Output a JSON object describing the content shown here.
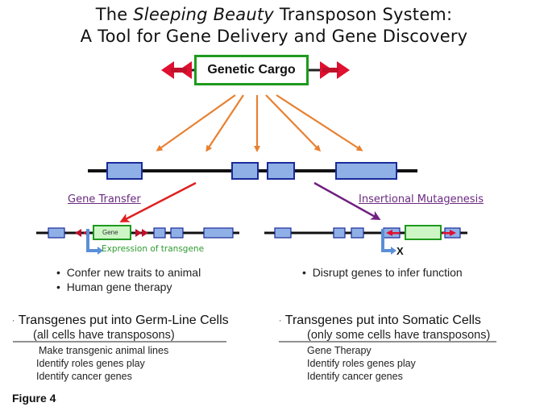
{
  "title": {
    "line1_pre": "The ",
    "line1_italic": "Sleeping Beauty",
    "line1_post": " Transposon System:",
    "line2": "A Tool for Gene Delivery and Gene Discovery"
  },
  "cargo": {
    "label": "Genetic Cargo"
  },
  "branches": {
    "left_label": "Gene Transfer",
    "right_label": "Insertional Mutagenesis",
    "gene_box_label": "Gene",
    "expression_label": "Expression of transgene",
    "disruption_mark": "X"
  },
  "bullets": {
    "left": [
      "Confer new traits to animal",
      "Human gene therapy"
    ],
    "right": [
      "Disrupt genes to infer function"
    ]
  },
  "germline": {
    "heading": "Transgenes put into Germ-Line Cells",
    "subheading": "(all cells have transposons)",
    "items": [
      "Make transgenic animal lines",
      "Identify roles genes play",
      "Identify cancer genes"
    ]
  },
  "somatic": {
    "heading": "Transgenes put into Somatic Cells",
    "subheading": "(only some cells have transposons)",
    "items": [
      "Gene Therapy",
      "Identify roles genes play",
      "Identify cancer genes"
    ]
  },
  "figure_label": "Figure 4",
  "colors": {
    "exon_fill": "#8fb0e6",
    "exon_stroke": "#1a2a9a",
    "cargo_green": "#1e9a1e",
    "ir_red": "#e01030",
    "insert_arrow_orange": "#e88030",
    "gene_transfer_arrow": "#e02020",
    "mutagenesis_arrow": "#702080",
    "promoter_blue": "#5b8fd6"
  }
}
